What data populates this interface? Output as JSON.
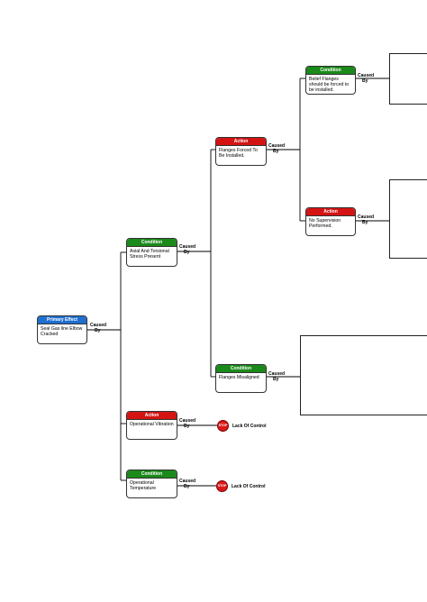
{
  "nodes": {
    "primary": {
      "type": "Primary Effect",
      "text": "Seal Gas line Elbow Cracked",
      "color": "#1f6fd1"
    },
    "axial": {
      "type": "Condition",
      "text": "Axial And Torsional Stress Present",
      "color": "#1a8a1a"
    },
    "vibration": {
      "type": "Action",
      "text": "Operational Vibration",
      "color": "#d41313"
    },
    "temperature": {
      "type": "Condition",
      "text": "Operational Temperature",
      "color": "#1a8a1a"
    },
    "flanges_forced": {
      "type": "Action",
      "text": "Flanges Forced To Be Installed.",
      "color": "#d41313"
    },
    "misaligned": {
      "type": "Condition",
      "text": "Flanges Misaligned",
      "color": "#1a8a1a"
    },
    "belief": {
      "type": "Condition",
      "text": "Belief Flanges should be forced to be installed.",
      "color": "#1a8a1a"
    },
    "supervision": {
      "type": "Action",
      "text": "No Supervision Performed.",
      "color": "#d41313"
    }
  },
  "caused_by": {
    "line1": "Caused",
    "line2": "By"
  },
  "stop": {
    "label": "STOP",
    "text": "Lack Of Control"
  }
}
